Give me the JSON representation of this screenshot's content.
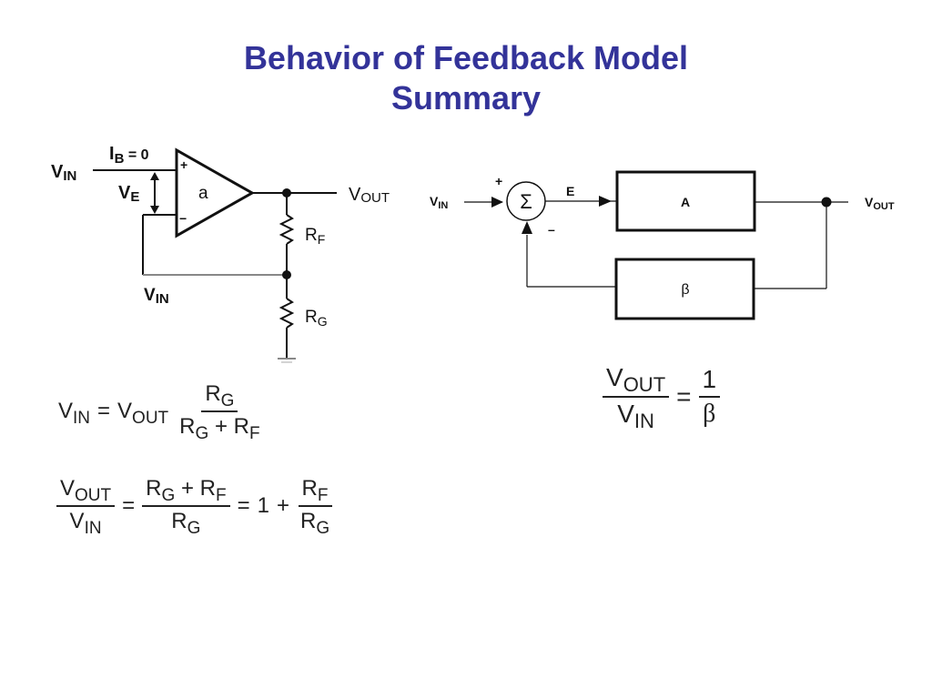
{
  "slide": {
    "title_line1": "Behavior of Feedback Model",
    "title_line2": "Summary",
    "title_color": "#333399"
  },
  "opamp_circuit": {
    "vin_label": "V",
    "vin_sub": "IN",
    "ib_label": "I",
    "ib_sub": "B",
    "ib_value": " = 0",
    "ve_label": "V",
    "ve_sub": "E",
    "plus": "+",
    "minus": "−",
    "gain_label": "a",
    "vout_label": "V",
    "vout_sub": "OUT",
    "rf_label": "R",
    "rf_sub": "F",
    "rg_label": "R",
    "rg_sub": "G",
    "vin_node_label": "V",
    "vin_node_sub": "IN"
  },
  "block_diagram": {
    "vin_label": "V",
    "vin_sub": "IN",
    "plus": "+",
    "minus": "–",
    "sum_symbol": "Σ",
    "error_label": "E",
    "forward_block": "A",
    "feedback_block": "β",
    "vout_label": "V",
    "vout_sub": "OUT"
  },
  "equations": {
    "eq1": {
      "lhs": "V",
      "lhs_sub": "IN",
      "equals": "=",
      "coef": "V",
      "coef_sub": "OUT",
      "num": "R",
      "num_sub": "G",
      "den_a": "R",
      "den_a_sub": "G",
      "den_plus": "+",
      "den_b": "R",
      "den_b_sub": "F"
    },
    "eq2": {
      "num": "V",
      "num_sub": "OUT",
      "den": "V",
      "den_sub": "IN",
      "equals": "=",
      "mid_num_a": "R",
      "mid_num_a_sub": "G",
      "mid_plus": "+",
      "mid_num_b": "R",
      "mid_num_b_sub": "F",
      "mid_den": "R",
      "mid_den_sub": "G",
      "equals2": "=",
      "one": "1",
      "plus": "+",
      "r_num": "R",
      "r_num_sub": "F",
      "r_den": "R",
      "r_den_sub": "G"
    },
    "eq3": {
      "num": "V",
      "num_sub": "OUT",
      "den": "V",
      "den_sub": "IN",
      "equals": "=",
      "rhs_num": "1",
      "rhs_den": "β"
    }
  }
}
